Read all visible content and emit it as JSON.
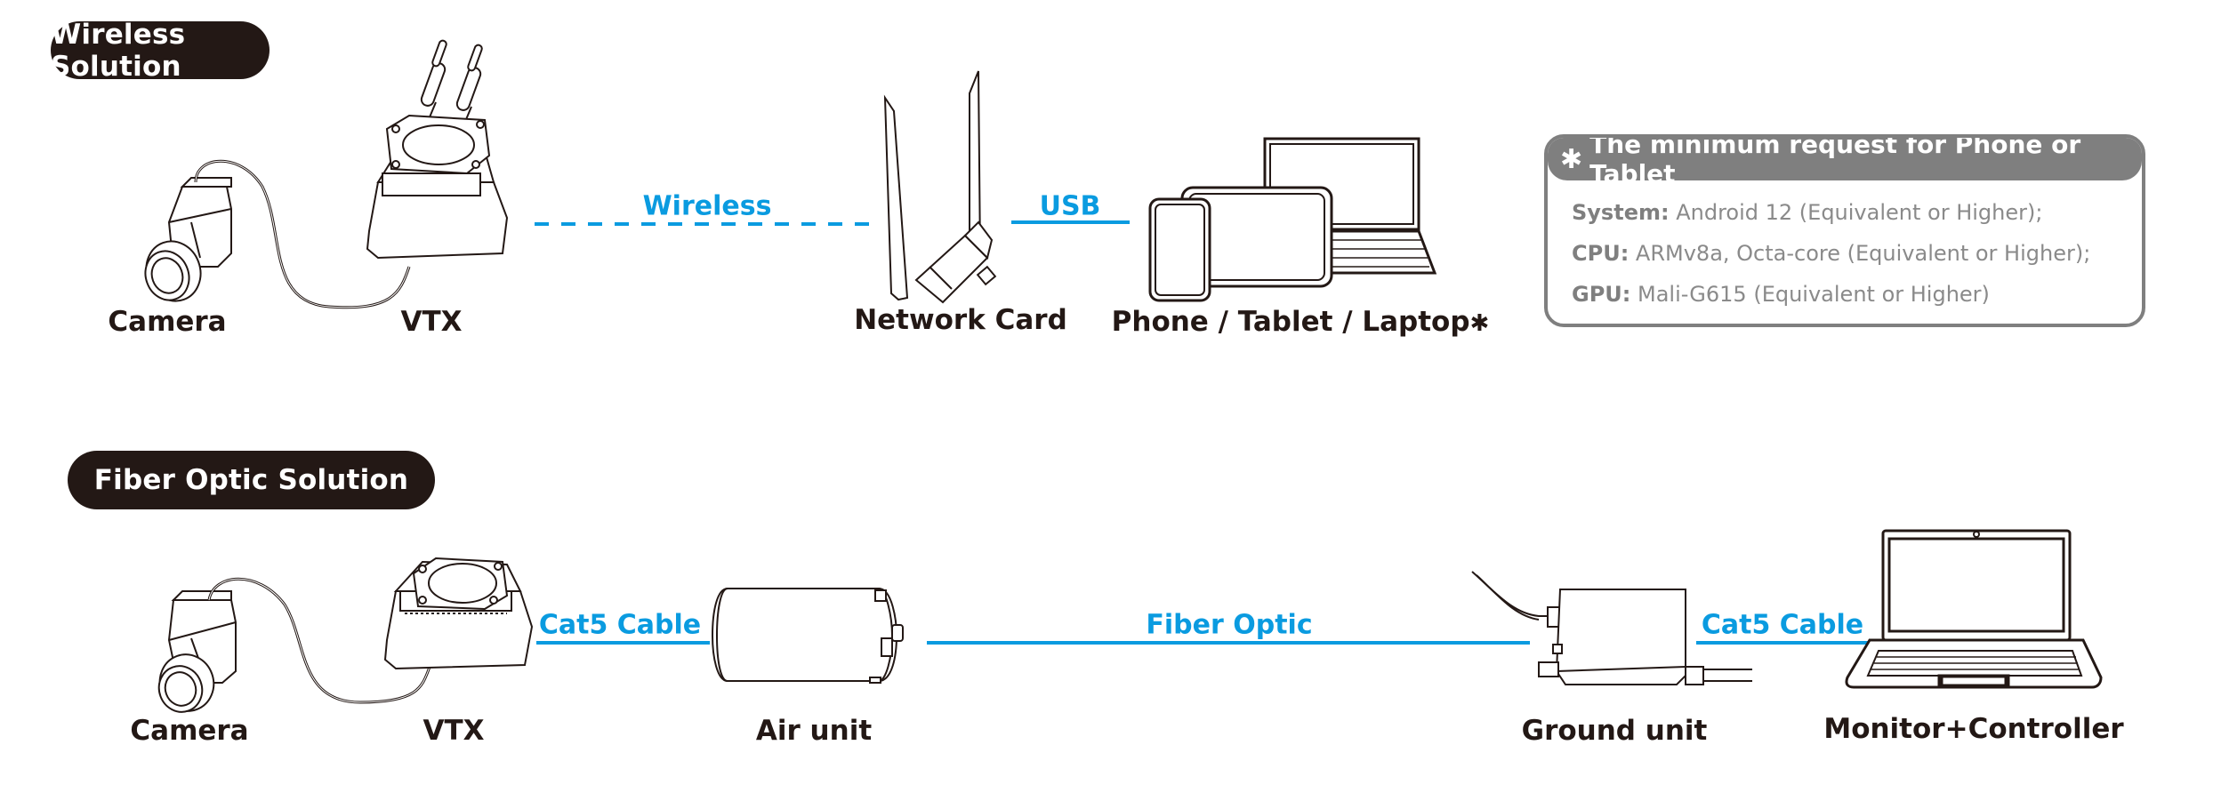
{
  "colors": {
    "badge_bg": "#231815",
    "link_blue": "#0a9be0",
    "requirement_gray": "#7f7f7f",
    "text_dark": "#231815"
  },
  "wireless": {
    "badge": "Wireless Solution",
    "devices": {
      "camera": "Camera",
      "vtx": "VTX",
      "network_card": "Network Card",
      "endpoints": "Phone / Tablet / Laptop",
      "endpoints_marker": "✱"
    },
    "links": {
      "wireless": "Wireless",
      "usb": "USB"
    }
  },
  "requirements": {
    "star": "✱",
    "title": "The minimum request for Phone or Tablet",
    "rows": [
      {
        "key": "System:",
        "value": " Android 12 (Equivalent or Higher);"
      },
      {
        "key": "CPU:",
        "value": " ARMv8a, Octa-core (Equivalent or Higher);"
      },
      {
        "key": "GPU:",
        "value": " Mali-G615 (Equivalent or Higher)"
      }
    ]
  },
  "fiber": {
    "badge": "Fiber Optic Solution",
    "devices": {
      "camera": "Camera",
      "vtx": "VTX",
      "air_unit": "Air unit",
      "ground_unit": "Ground unit",
      "monitor": "Monitor+Controller"
    },
    "links": {
      "cat5_left": "Cat5 Cable",
      "fiber_optic": "Fiber Optic",
      "cat5_right": "Cat5 Cable"
    }
  }
}
